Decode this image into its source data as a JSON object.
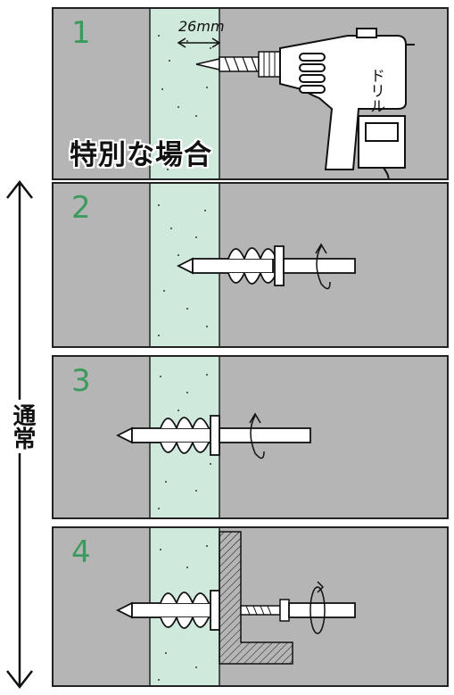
{
  "steps": [
    {
      "number": "1",
      "dimension_label": "26mm",
      "tool_label": "ドリル",
      "condition_label": "特別な場合"
    },
    {
      "number": "2"
    },
    {
      "number": "3"
    },
    {
      "number": "4"
    }
  ],
  "side_label": "通常",
  "colors": {
    "panel": "#b5b5b5",
    "wall": "#cfe9dc",
    "number": "#3c9a5c"
  },
  "icons": [
    "drill-icon",
    "anchor-screw-icon",
    "screwdriver-icon",
    "rotation-arrow-icon",
    "double-arrow-icon",
    "bracket-icon"
  ]
}
